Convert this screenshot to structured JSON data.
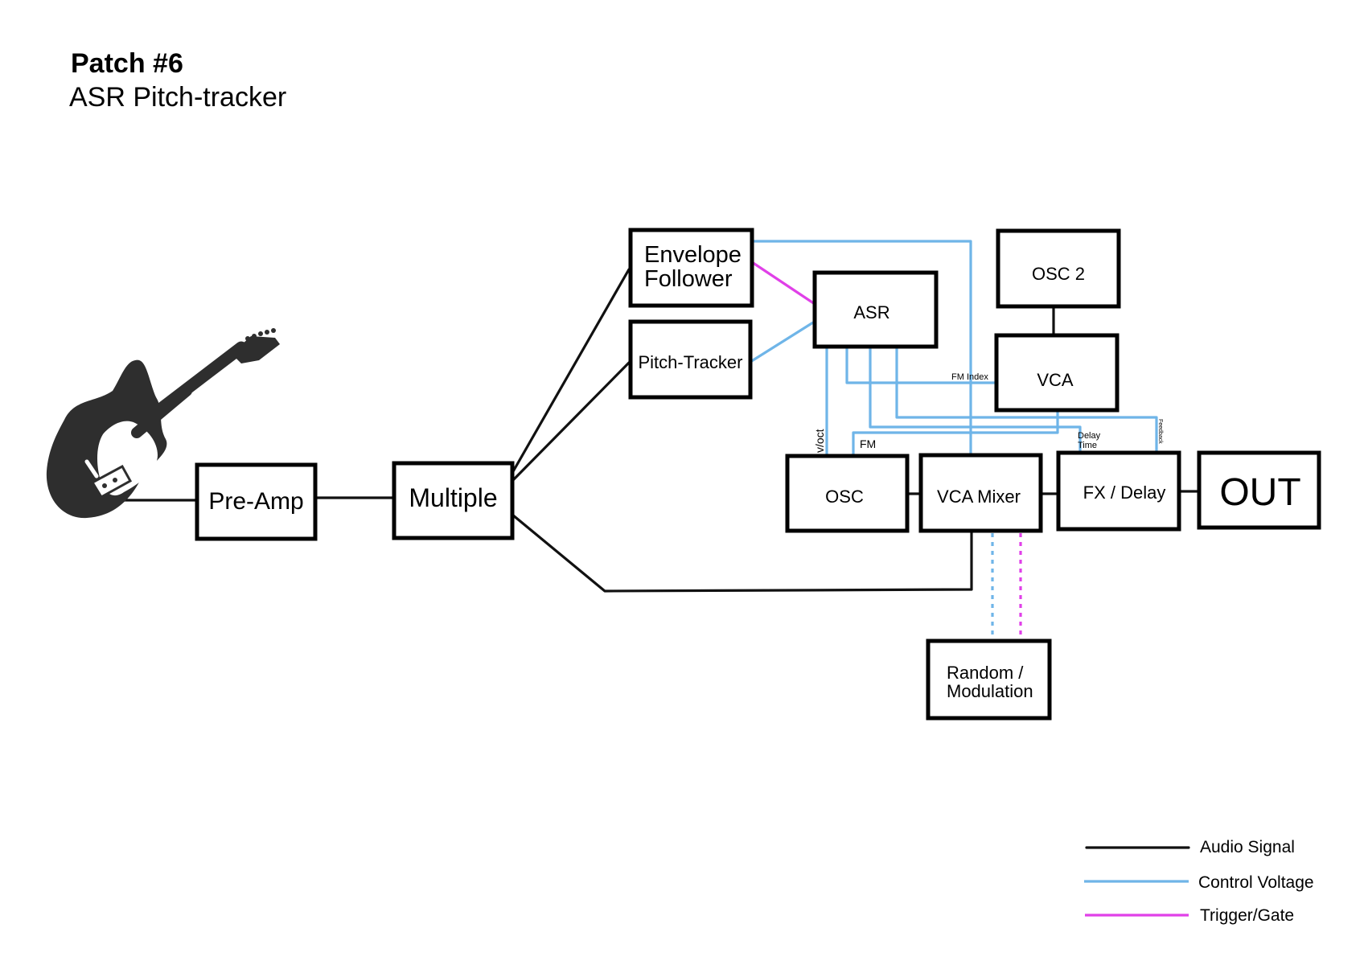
{
  "title": "Patch #6",
  "subtitle": "ASR Pitch-tracker",
  "colors": {
    "audio": "#111111",
    "control_voltage": "#6fb5e8",
    "trigger_gate": "#e040e8"
  },
  "icons": {
    "instrument": "electric-guitar-icon"
  },
  "modules": {
    "preamp": "Pre-Amp",
    "multiple": "Multiple",
    "envelope_line1": "Envelope",
    "envelope_line2": "Follower",
    "pitch_tracker": "Pitch-Tracker",
    "asr": "ASR",
    "osc2": "OSC 2",
    "vca": "VCA",
    "osc": "OSC",
    "vca_mixer": "VCA Mixer",
    "fx_delay": "FX / Delay",
    "out": "OUT",
    "random_line1": "Random /",
    "random_line2": "Modulation"
  },
  "port_labels": {
    "fm_index": "FM Index",
    "voct": "v/oct",
    "fm": "FM",
    "delay_line1": "Delay",
    "delay_line2": "Time",
    "feedback": "Feedback"
  },
  "legend": {
    "audio": "Audio Signal",
    "cv": "Control Voltage",
    "trigger": "Trigger/Gate"
  }
}
